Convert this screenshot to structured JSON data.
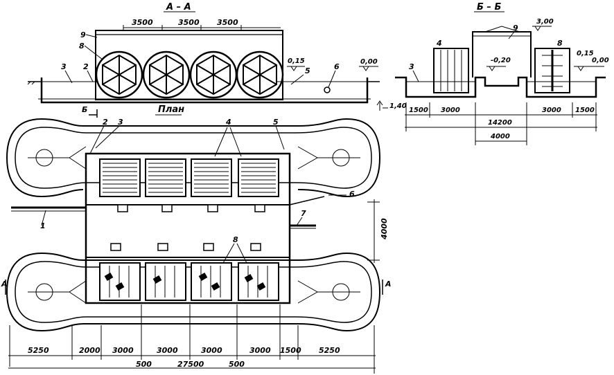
{
  "sections": {
    "aa": "А – А",
    "bb": "Б – Б",
    "plan": "План"
  },
  "section_markers": {
    "a_left": "А",
    "a_right": "А",
    "b": "Б"
  },
  "elevation_aa": {
    "dims": [
      "3500",
      "3500",
      "3500"
    ],
    "levels": {
      "water": "0,15",
      "top": "0,00",
      "bottom": "1,40"
    },
    "callouts": [
      "9",
      "8",
      "3",
      "2",
      "5",
      "6"
    ]
  },
  "section_bb": {
    "levels": {
      "roof": "3,00",
      "floor": "-0,20",
      "water": "0,15",
      "top": "0,00"
    },
    "dims": {
      "left_edge": "1500",
      "left_tank": "3000",
      "total": "14200",
      "right_tank": "3000",
      "right_edge": "1500",
      "corridor": "4000"
    },
    "callouts": [
      "3",
      "4",
      "9",
      "8"
    ]
  },
  "plan": {
    "callouts": [
      "2",
      "3",
      "4",
      "5",
      "6",
      "7",
      "1",
      "8"
    ],
    "dims_bottom": [
      "5250",
      "2000",
      "3000",
      "3000",
      "3000",
      "3000",
      "1500",
      "5250"
    ],
    "dims_bottom2": [
      "500",
      "27500",
      "500"
    ],
    "dim_vertical": "4000"
  }
}
